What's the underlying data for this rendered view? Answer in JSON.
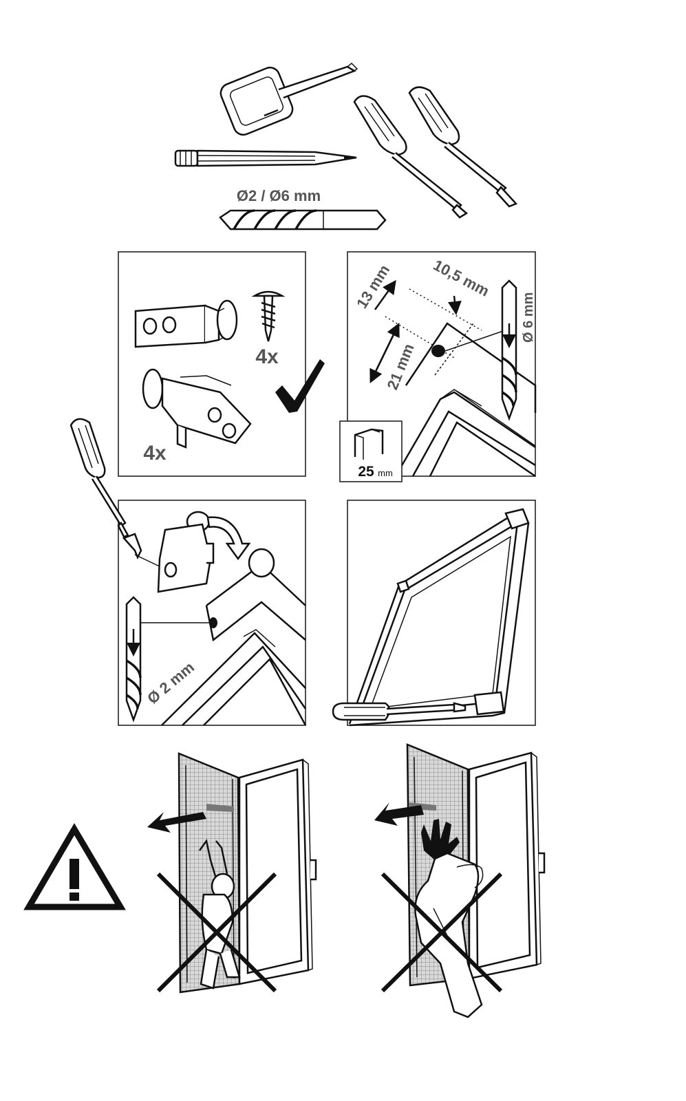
{
  "tools": {
    "drill_label": "Ø2 / Ø6 mm"
  },
  "parts_panel": {
    "screw_count": "4x",
    "bracket_count": "4x"
  },
  "measure_panel": {
    "dim_top_left": "13 mm",
    "dim_top_right": "10,5 mm",
    "dim_side": "21 mm",
    "drill_diameter": "Ø 6 mm",
    "profile_depth_value": "25",
    "profile_depth_unit": "mm"
  },
  "mount_panel": {
    "drill_diameter": "Ø 2 mm"
  },
  "colors": {
    "ink": "#111111",
    "label_gray": "#555555",
    "mesh_gray": "#8a8a8a"
  }
}
